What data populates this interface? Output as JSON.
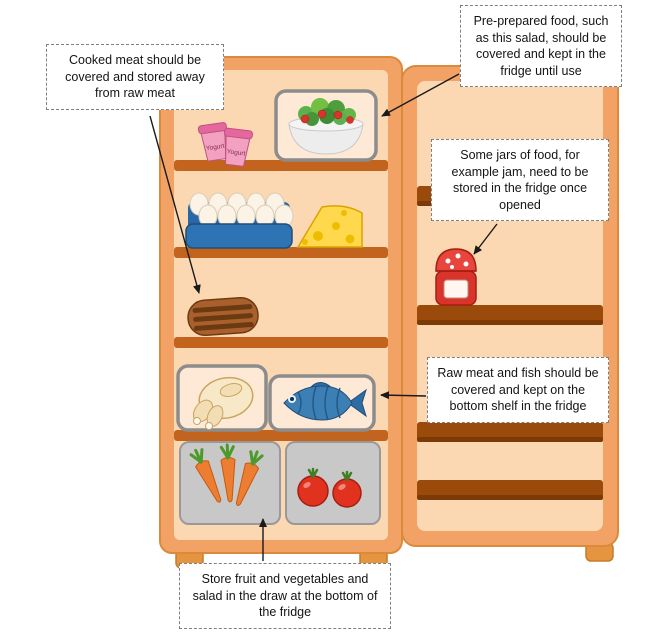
{
  "callouts": {
    "cooked_meat": "Cooked meat should be covered and stored away from raw meat",
    "preprepared": "Pre-prepared food, such as this salad, should be covered and kept in the fridge until use",
    "jars": "Some jars of food, for example jam, need to be stored in the fridge once opened",
    "raw_meat_fish": "Raw meat and fish should be covered and kept on the bottom shelf in the fridge",
    "fruit_veg": "Store fruit and vegetables and salad in the draw at the bottom of the fridge"
  },
  "labels": {
    "yogurt": "Yogurt"
  },
  "icons": {
    "salad": "salad-bowl-icon",
    "yogurt": "yogurt-pots-icon",
    "eggs": "egg-carton-icon",
    "cheese": "cheese-wedge-icon",
    "steak": "cooked-steak-icon",
    "chicken": "raw-chicken-icon",
    "fish": "raw-fish-icon",
    "carrots": "carrots-icon",
    "tomatoes": "tomatoes-icon",
    "jam": "jam-jar-icon"
  },
  "colors": {
    "fridge_frame": "#F3A266",
    "fridge_interior": "#FBD8B2",
    "shelf": "#C2641D",
    "door_shelf": "#9A4A0B",
    "feet": "#E5953F",
    "cover_outline": "#8C8C8C",
    "drawer_gray": "#C8C8C8",
    "arrow": "#1A1A1A",
    "callout_border": "#7F7F7F"
  }
}
